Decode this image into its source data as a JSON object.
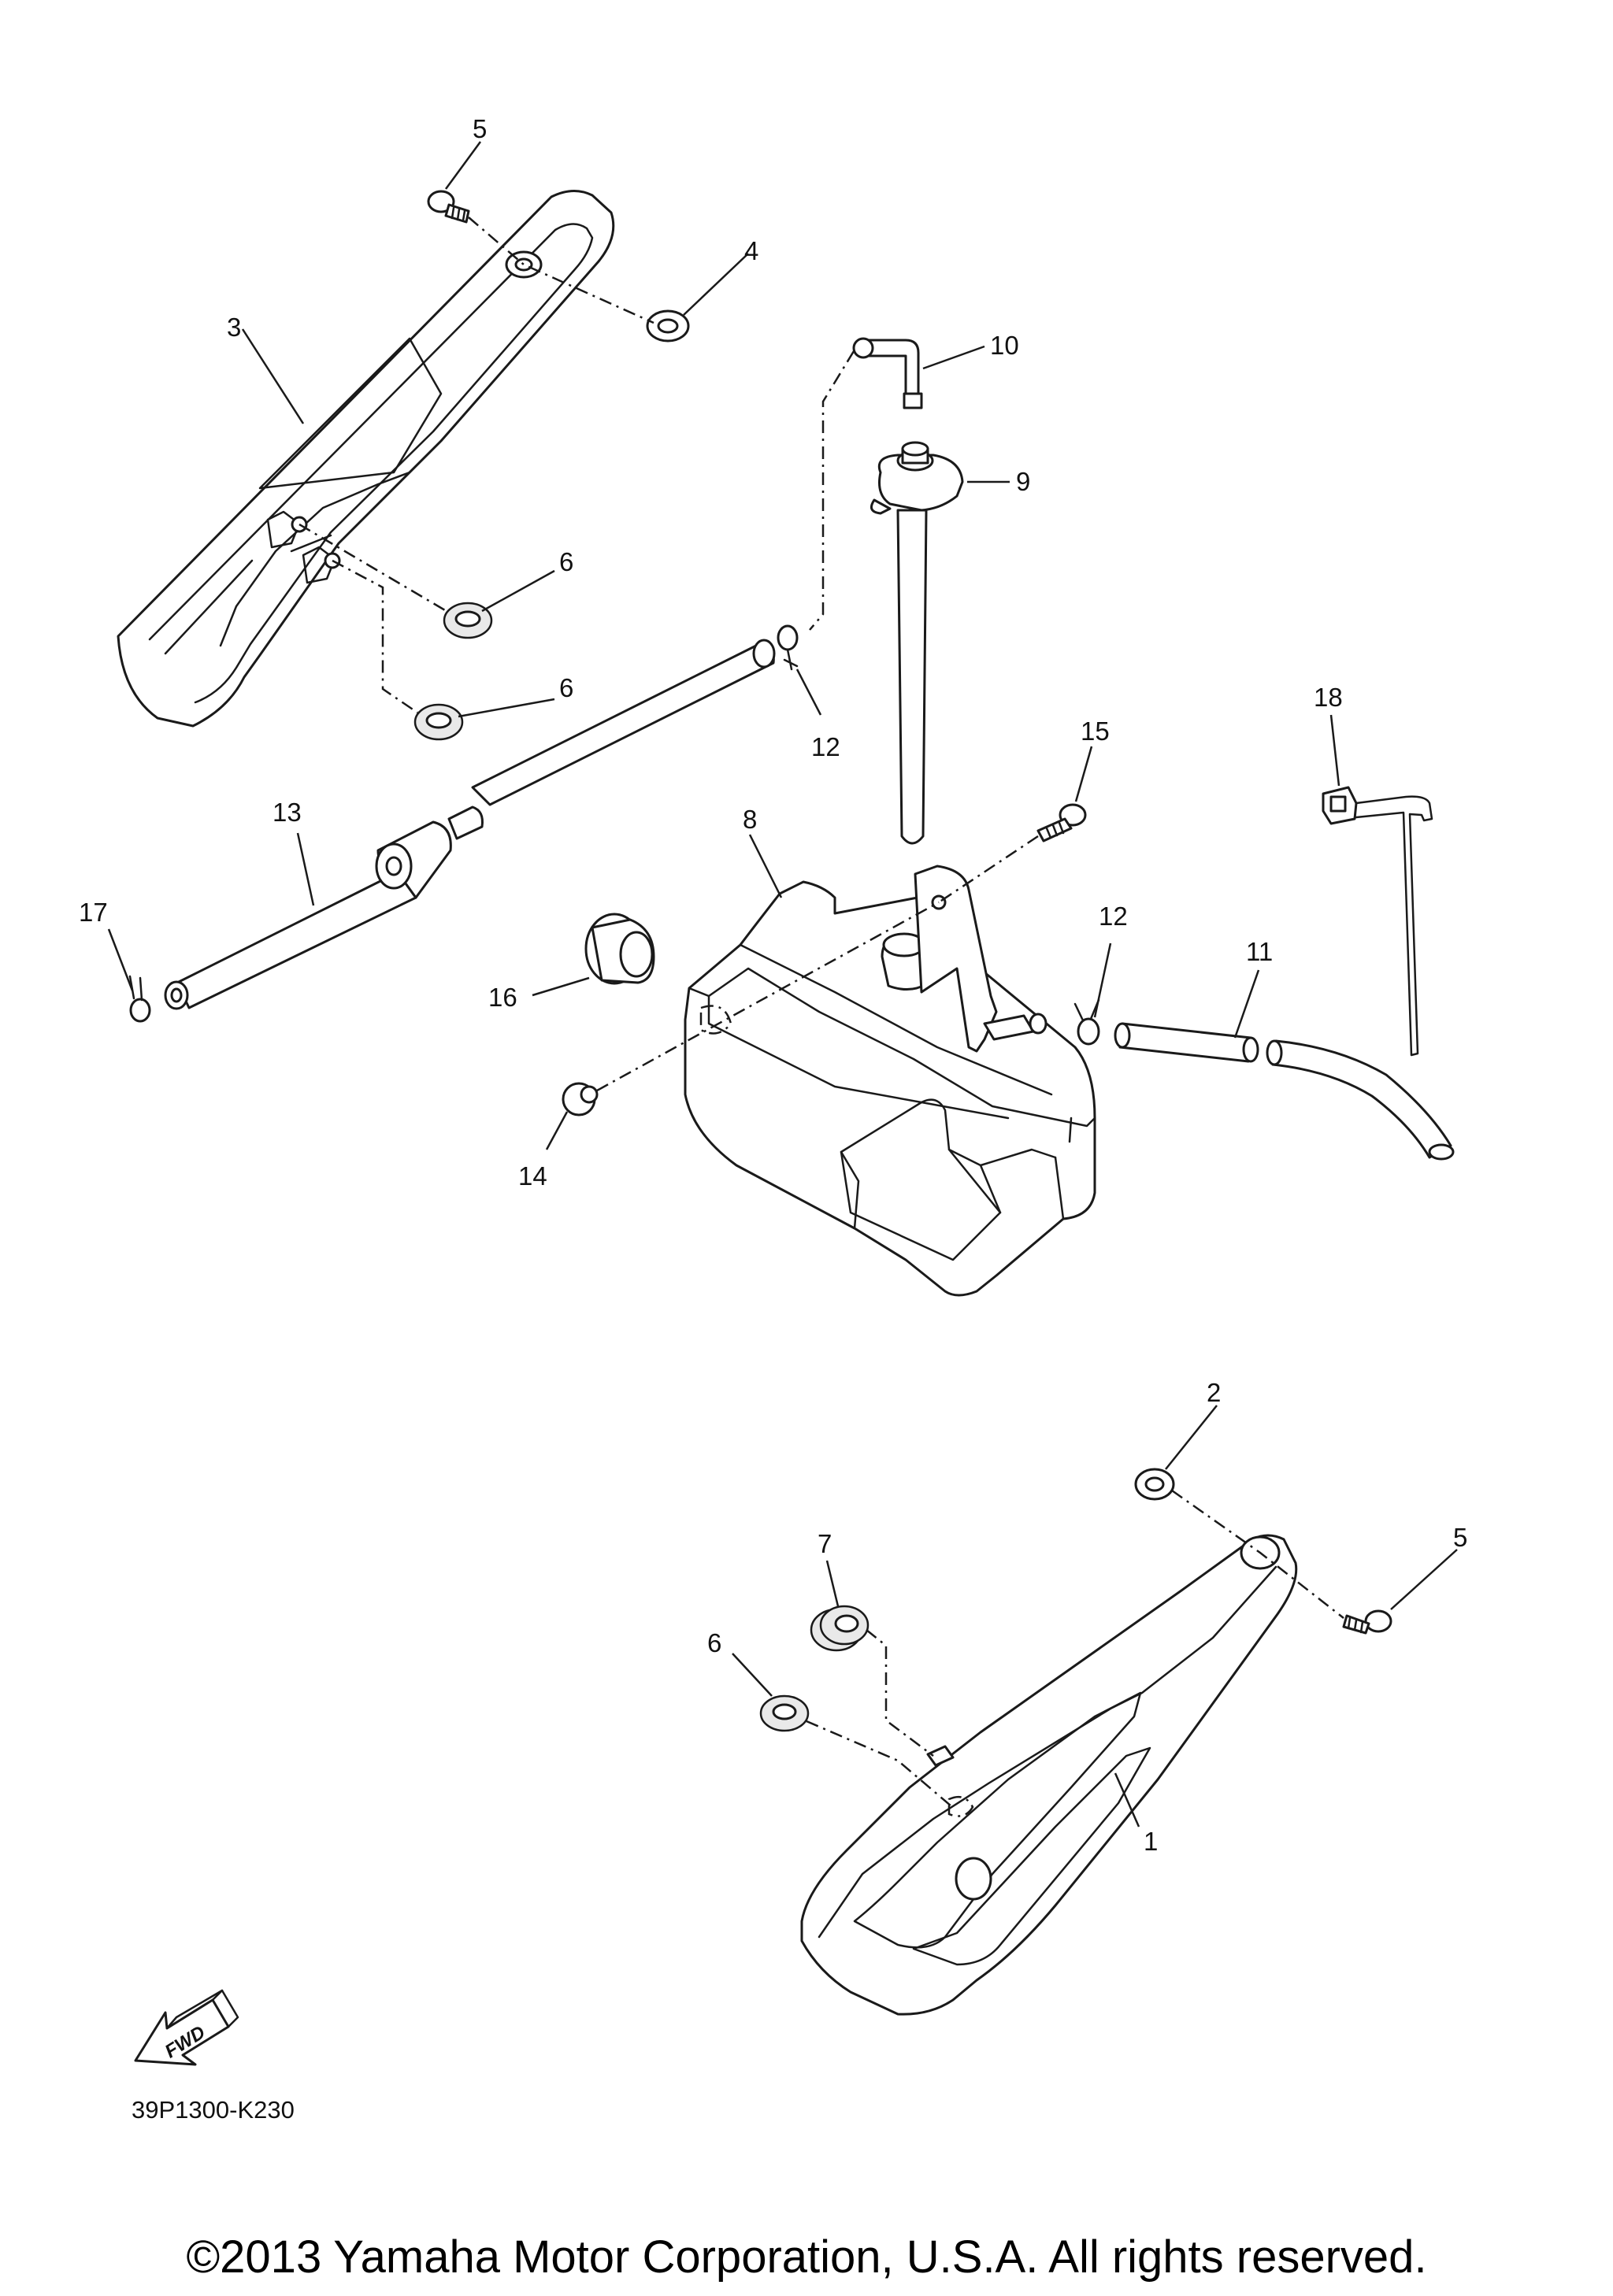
{
  "callouts": {
    "n1": "1",
    "n2": "2",
    "n3": "3",
    "n4": "4",
    "n5_top": "5",
    "n5_bottom": "5",
    "n6_a": "6",
    "n6_b": "6",
    "n6_c": "6",
    "n7": "7",
    "n8": "8",
    "n9": "9",
    "n10": "10",
    "n11": "11",
    "n12_a": "12",
    "n12_b": "12",
    "n13": "13",
    "n14": "14",
    "n15": "15",
    "n16": "16",
    "n17": "17",
    "n18": "18"
  },
  "fwd_label": "FWD",
  "diagram_code": "39P1300-K230",
  "copyright": "©2013 Yamaha Motor Corporation, U.S.A. All rights reserved."
}
